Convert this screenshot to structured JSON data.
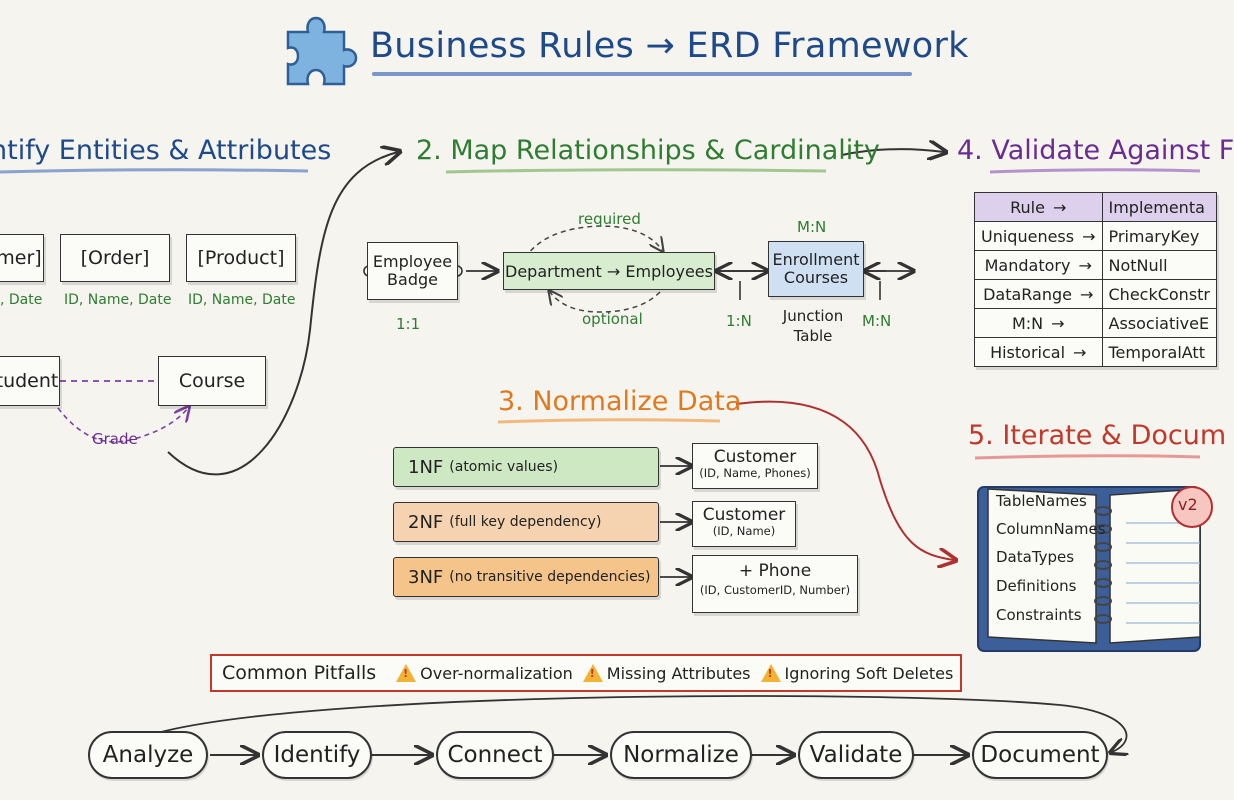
{
  "title": "Business Rules → ERD Framework",
  "sections": {
    "s1": "ntify Entities & Attributes",
    "s2": "2. Map Relationships & Cardinality",
    "s3": "3. Normalize Data",
    "s4": "4. Validate Against F",
    "s5": "5. Iterate & Docum"
  },
  "entities": [
    {
      "name": "mer]",
      "attrs": ", Date"
    },
    {
      "name": "[Order]",
      "attrs": "ID, Name, Date"
    },
    {
      "name": "[Product]",
      "attrs": "ID, Name, Date"
    }
  ],
  "relation_example": {
    "left": "tudent",
    "right": "Course",
    "label": "Grade"
  },
  "relationships": {
    "badge": "Employee Badge",
    "badge_card": "1:1",
    "dept": "Department → Employees",
    "required": "required",
    "optional": "optional",
    "mn_top": "M:N",
    "enroll": "Enrollment Courses",
    "one_n": "1:N",
    "junction": "Junction Table",
    "mn_right": "M:N"
  },
  "normal_forms": [
    {
      "label": "1NF",
      "desc": "(atomic values)",
      "color": "#cfe8c4",
      "result_name": "Customer",
      "result_fields": "(ID, Name, Phones)"
    },
    {
      "label": "2NF",
      "desc": "(full key dependency)",
      "color": "#f6d3b0",
      "result_name": "Customer",
      "result_fields": "(ID, Name)"
    },
    {
      "label": "3NF",
      "desc": "(no transitive dependencies)",
      "color": "#f4c48a",
      "result_name": "+ Phone",
      "result_fields": "(ID, CustomerID, Number)"
    }
  ],
  "rules_table": {
    "headers": [
      "Rule",
      "Implementa"
    ],
    "rows": [
      [
        "Uniqueness",
        "PrimaryKey"
      ],
      [
        "Mandatory",
        "NotNull"
      ],
      [
        "DataRange",
        "CheckConstr"
      ],
      [
        "M:N",
        "AssociativeE"
      ],
      [
        "Historical",
        "TemporalAtt"
      ]
    ],
    "arrow": "→"
  },
  "doc_items": [
    "TableNames",
    "ColumnNames",
    "DataTypes",
    "Definitions",
    "Constraints"
  ],
  "doc_badge": "v2",
  "pitfalls": {
    "lead": "Common Pitfalls",
    "items": [
      "Over-normalization",
      "Missing Attributes",
      "Ignoring Soft Deletes"
    ]
  },
  "flow": [
    "Analyze",
    "Identify",
    "Connect",
    "Normalize",
    "Validate",
    "Document"
  ],
  "colors": {
    "blue": "#1f4a8a",
    "green": "#2e7d32",
    "orange": "#e07a1f",
    "purple": "#6a2c91",
    "red": "#c0392b"
  },
  "icons": {
    "logo": "puzzle-piece-icon",
    "warning": "warning-triangle-icon",
    "book": "notebook-icon"
  }
}
